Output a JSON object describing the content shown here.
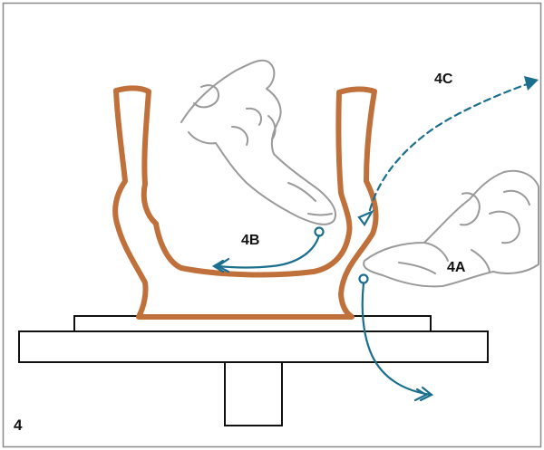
{
  "figure_number": "4",
  "labels": {
    "a": "4A",
    "b": "4B",
    "c": "4C"
  },
  "colors": {
    "pot": "#c0703a",
    "arrow": "#1a6f8e",
    "hand": "#9a9a9a",
    "wheel": "#111111",
    "frame": "#8a8a8a"
  }
}
